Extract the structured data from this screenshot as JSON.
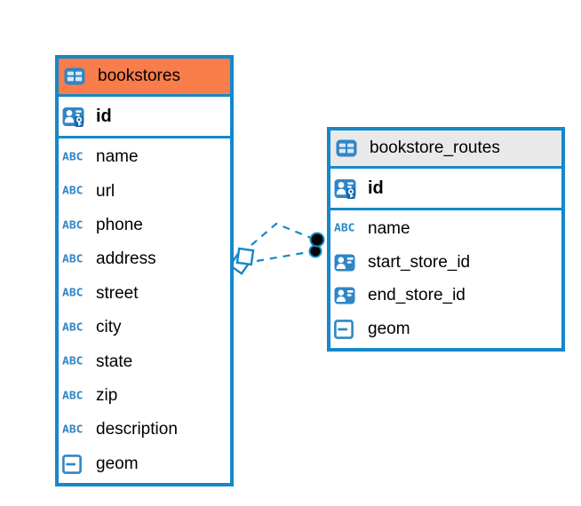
{
  "diagram": {
    "type": "entity-relationship",
    "colors": {
      "table_border_blue": "#1588c9",
      "icon_blue": "#2f86c6",
      "icon_cell_light": "#d8e8f4",
      "key_badge_blue": "#1465ab",
      "bookstores_header_orange": "#f97c4b",
      "routes_header_gray": "#e9e9e9",
      "text_black": "#000000",
      "endpoint_dot_black": "#000000"
    },
    "icons": {
      "text_type_label": "ABC"
    }
  },
  "tables": [
    {
      "title": "bookstores",
      "header_color": "#f97c4b",
      "header_icon": "table-icon",
      "primary_key": {
        "label": "id",
        "icon": "person-key-icon"
      },
      "columns": [
        {
          "label": "name",
          "icon": "text-icon"
        },
        {
          "label": "url",
          "icon": "text-icon"
        },
        {
          "label": "phone",
          "icon": "text-icon"
        },
        {
          "label": "address",
          "icon": "text-icon"
        },
        {
          "label": "street",
          "icon": "text-icon"
        },
        {
          "label": "city",
          "icon": "text-icon"
        },
        {
          "label": "state",
          "icon": "text-icon"
        },
        {
          "label": "zip",
          "icon": "text-icon"
        },
        {
          "label": "description",
          "icon": "text-icon"
        },
        {
          "label": "geom",
          "icon": "geometry-icon"
        }
      ]
    },
    {
      "title": "bookstore_routes",
      "header_color": "#e9e9e9",
      "header_icon": "table-icon",
      "primary_key": {
        "label": "id",
        "icon": "person-key-icon"
      },
      "columns": [
        {
          "label": "name",
          "icon": "text-icon"
        },
        {
          "label": "start_store_id",
          "icon": "person-icon"
        },
        {
          "label": "end_store_id",
          "icon": "person-icon"
        },
        {
          "label": "geom",
          "icon": "geometry-icon"
        }
      ]
    }
  ],
  "relationships": [
    {
      "source": "bookstores",
      "target": "bookstore_routes",
      "line_style": "dashed"
    },
    {
      "source": "bookstores",
      "target": "bookstore_routes",
      "line_style": "dashed"
    }
  ]
}
